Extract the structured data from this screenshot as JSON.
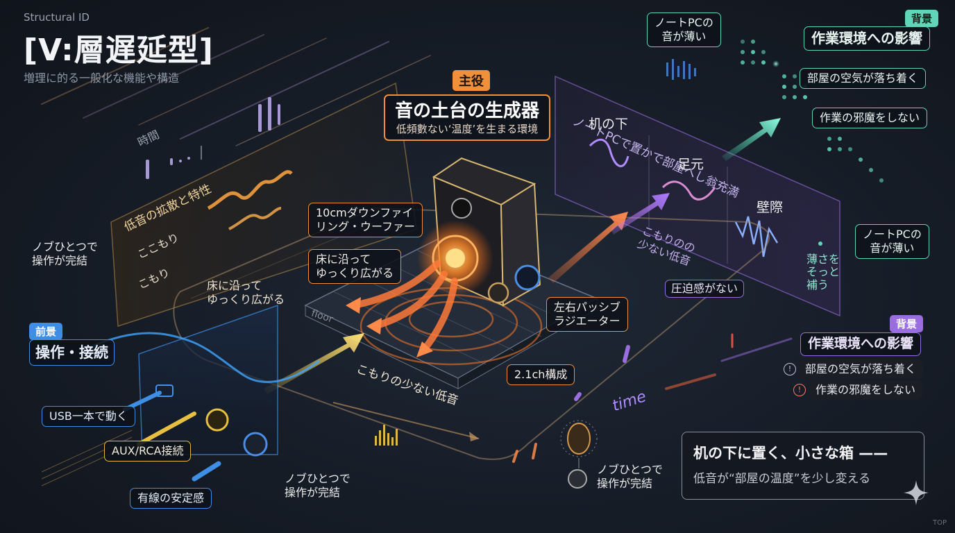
{
  "header": {
    "eyebrow": "Structural ID",
    "title": "[V:層遅延型]",
    "description": "増理に的る一般化な機能や構造"
  },
  "main_role": {
    "tag": "主役",
    "title": "音の土台の生成器",
    "subtitle": "低頻數ない‘温度’を生まる環境"
  },
  "speaker_callouts": {
    "woofer": "10cmダウンファイ\nリング・ウーファー",
    "spread": "床に沿って\nゆっくり広がる",
    "radiator": "左右パッシブ\nラジエーター",
    "config": "2.1ch構成"
  },
  "floor": {
    "spread_label": "床に沿って\nゆっくり広がる",
    "floor_word": "floor",
    "low_muffle": "こもりの少ない低音",
    "time_word": "time"
  },
  "left_panel": {
    "time_label": "時間",
    "panel_title": "低音の拡散と特性",
    "row1": "ここもり",
    "row2": "こもり",
    "knob_note": "ノブひとつで\n操作が完結"
  },
  "foreground": {
    "tag": "前景",
    "title": "操作・接続",
    "usb": "USB一本で動く",
    "aux": "AUX/RCA接続",
    "wired": "有線の安定感",
    "knob_note": "ノブひとつで\n操作が完結"
  },
  "right_panel": {
    "header_text": "ノートPCで置かで部屋へし翁充満",
    "col1": "机の下",
    "col2": "足元",
    "col3": "壁際",
    "low_muffle": "こもりのの\n少ない低音",
    "no_pressure": "圧迫感がない",
    "notebook": "ノートPCの\n音が薄い",
    "supplement": "薄さを\nそっと\n補う"
  },
  "background_top": {
    "notebook": "ノートPCの\n音が薄い",
    "tag": "背景",
    "title": "作業環境への影響",
    "item1": "部屋の空気が落ち着く",
    "item2": "作業の邪魔をしない"
  },
  "background_bottom": {
    "tag": "背景",
    "title": "作業環境への影響",
    "item1": "部屋の空気が落ち着く",
    "item2": "作業の邪魔をしない",
    "knob_note": "ノブひとつで\n操作が完結"
  },
  "summary": {
    "title": "机の下に置く、小さな箱 ——",
    "subtitle": "低音が“部屋の温度”を少し変える"
  },
  "footer": {
    "corner": "TOP"
  },
  "colors": {
    "orange": "#f0903a",
    "cyan": "#5fd6b8",
    "blue": "#3f8ee6",
    "yellow": "#e8b93c",
    "purple": "#9a6ee0",
    "background": "#161c26"
  }
}
